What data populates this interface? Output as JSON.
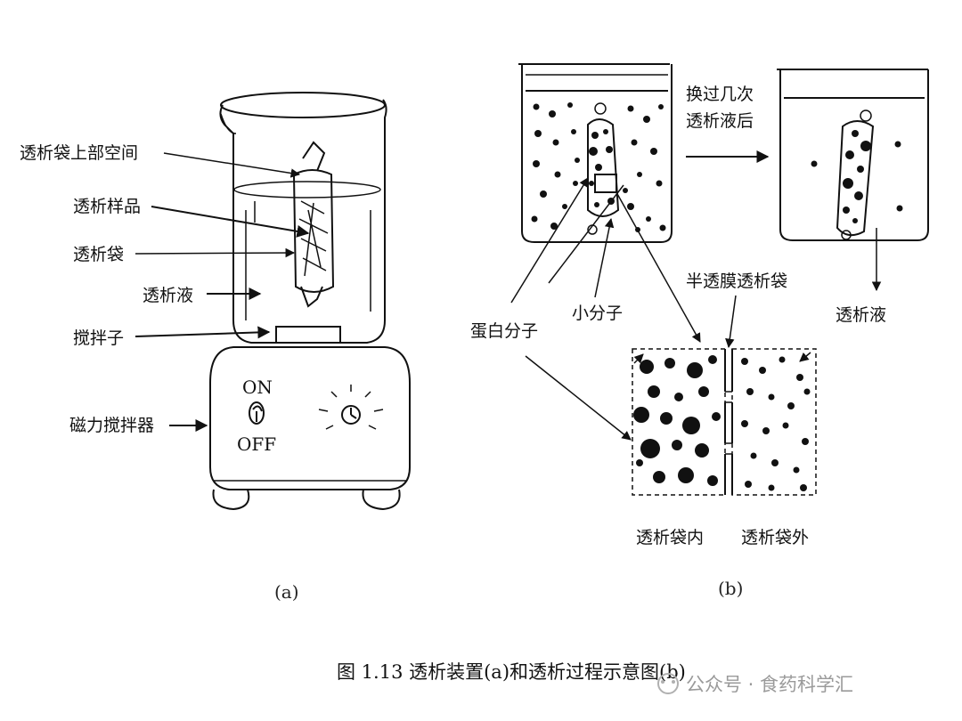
{
  "panel_a": {
    "labels": {
      "headspace": "透析袋上部空间",
      "sample": "透析样品",
      "bag": "透析袋",
      "dialysate": "透析液",
      "stir_bar": "搅拌子",
      "stirrer": "磁力搅拌器"
    },
    "switch_on": "ON",
    "switch_off": "OFF",
    "sublabel": "(a)"
  },
  "panel_b": {
    "labels": {
      "after_change_1": "换过几次",
      "after_change_2": "透析液后",
      "membrane": "半透膜透析袋",
      "dialysate": "透析液",
      "protein": "蛋白分子",
      "small_molecule": "小分子",
      "inside": "透析袋内",
      "outside": "透析袋外"
    },
    "sublabel": "(b)"
  },
  "caption": "图 1.13 透析装置(a)和透析过程示意图(b)",
  "watermark": "公众号 · 食药科学汇",
  "colors": {
    "ink": "#111111",
    "watermark": "#9a9a9a"
  }
}
